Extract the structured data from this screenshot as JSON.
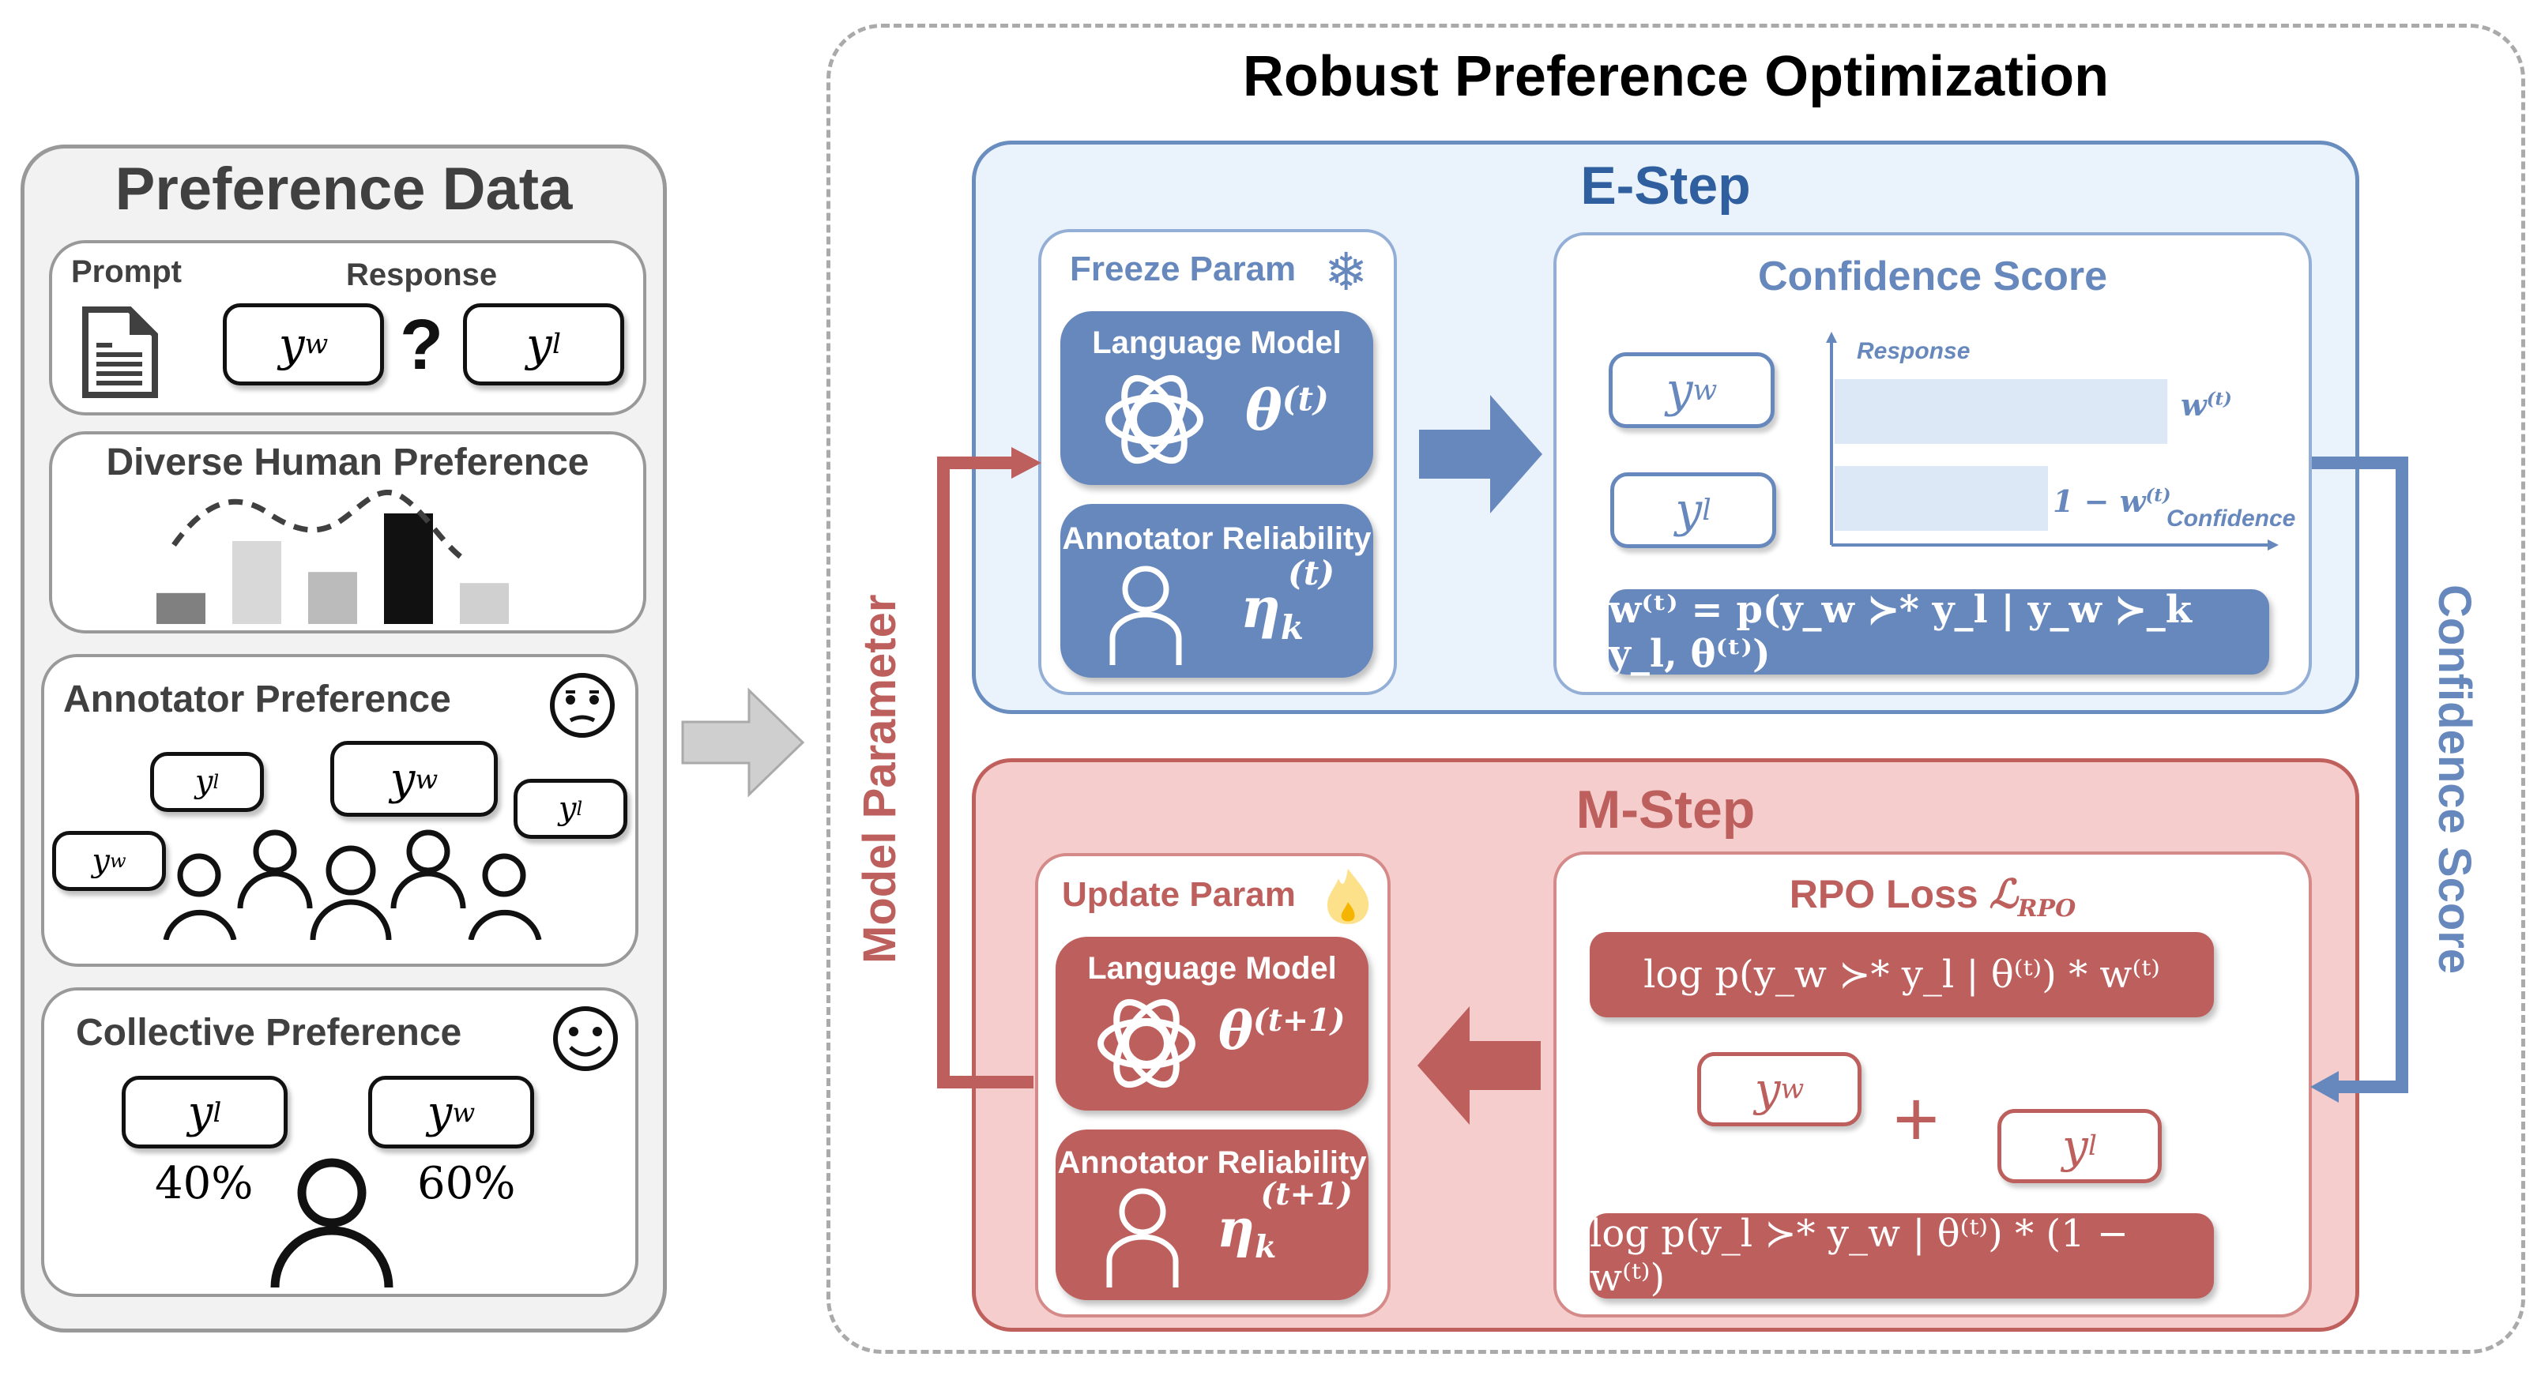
{
  "left_panel": {
    "title": "Preference Data",
    "prompt_card": {
      "prompt_label": "Prompt",
      "response_label": "Response",
      "question": "?",
      "chosen": "y",
      "chosen_sub": "w",
      "rejected": "y",
      "rejected_sub": "l"
    },
    "diverse_card": {
      "title": "Diverse Human Preference",
      "bar_levels": [
        0.28,
        0.75,
        0.47,
        1.0,
        0.37
      ],
      "bar_colors": [
        "#808080",
        "#d8d8d8",
        "#bbbbbb",
        "#111111",
        "#d0d0d0"
      ]
    },
    "annotator_card": {
      "title": "Annotator Preference",
      "face": "worried-face",
      "bubbles": [
        {
          "v": "y",
          "s": "w"
        },
        {
          "v": "y",
          "s": "l"
        },
        {
          "v": "y",
          "s": "w"
        },
        {
          "v": "y",
          "s": "l"
        }
      ]
    },
    "collective_card": {
      "title": "Collective Preference",
      "face": "smiley-face",
      "left": {
        "v": "y",
        "s": "l",
        "pct": "40%"
      },
      "right": {
        "v": "y",
        "s": "w",
        "pct": "60%"
      }
    }
  },
  "rpo": {
    "title": "Robust Preference Optimization",
    "side_left_label": "Model Parameter",
    "side_right_label": "Confidence Score",
    "estep": {
      "title": "E-Step",
      "freeze_label": "Freeze Param",
      "lm_label": "Language Model",
      "lm_param": "θ",
      "lm_sup": "(t)",
      "ann_label": "Annotator Reliability",
      "ann_param": "η",
      "ann_sub": "k",
      "ann_sup": "(t)",
      "conf_title": "Confidence Score",
      "axis_y": "Response",
      "axis_x": "Confidence",
      "bar_w_label": "w",
      "bar_w_sup": "(t)",
      "bar_l_label": "1 − w",
      "bar_l_sup": "(t)",
      "bar_values": [
        0.78,
        0.5
      ],
      "formula": "w⁽ᵗ⁾ = p(y_w ≻* y_l | y_w ≻_k y_l, θ⁽ᵗ⁾)"
    },
    "mstep": {
      "title": "M-Step",
      "update_label": "Update Param",
      "lm_label": "Language Model",
      "lm_param": "θ",
      "lm_sup": "(t+1)",
      "ann_label": "Annotator Reliability",
      "ann_param": "η",
      "ann_sub": "k",
      "ann_sup": "(t+1)",
      "loss_title": "RPO Loss",
      "loss_symbol": "ℒ",
      "loss_sub": "RPO",
      "loss_term1": "log p(y_w ≻* y_l | θ⁽ᵗ⁾) * w⁽ᵗ⁾",
      "loss_term2": "log p(y_l ≻* y_w | θ⁽ᵗ⁾) * (1 − w⁽ᵗ⁾)",
      "plus": "+"
    }
  },
  "colors": {
    "blue": "#6788bd",
    "blue_title": "#2f5f9e",
    "red": "#bd5f5c",
    "gray": "#999999"
  }
}
